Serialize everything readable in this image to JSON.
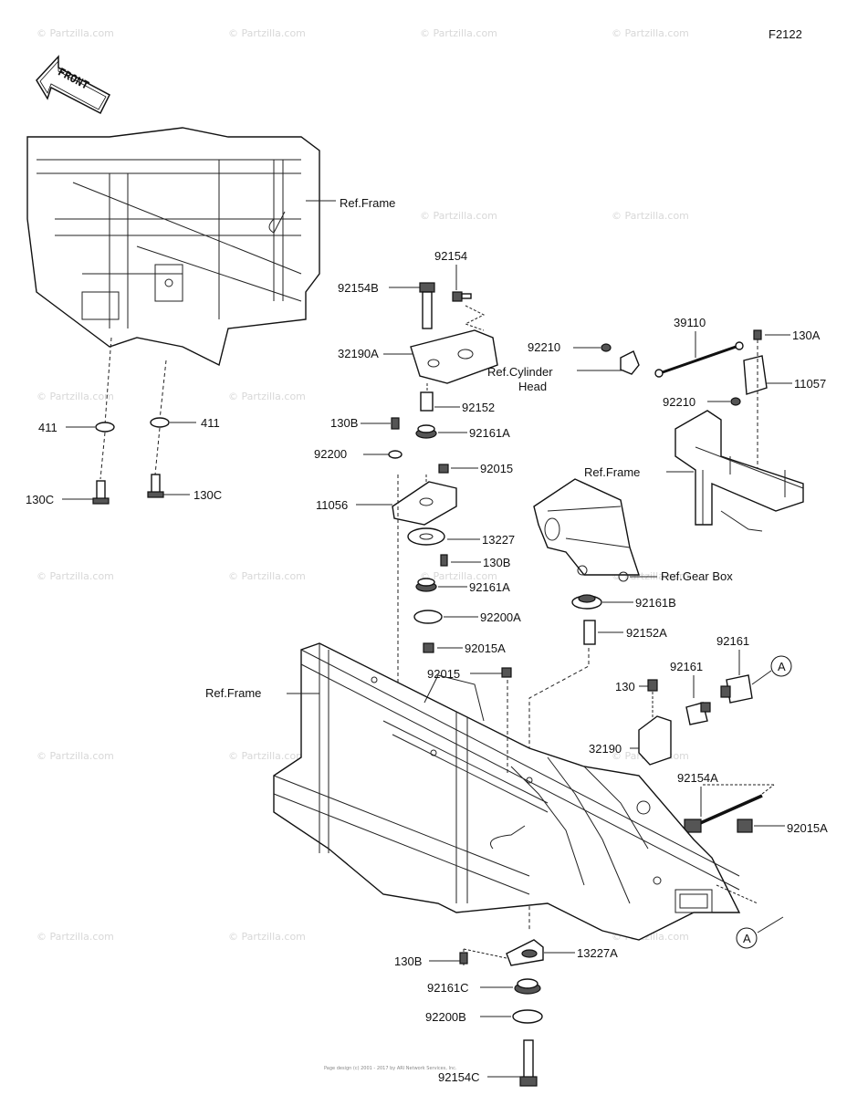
{
  "diagram_code": "F2122",
  "direction_label": "FRONT",
  "labels": {
    "ref_frame": "Ref.Frame",
    "ref_cylinder_head": "Ref.Cylinder Head",
    "ref_gear_box": "Ref.Gear Box",
    "p411": "411",
    "p130C": "130C",
    "p92154": "92154",
    "p92154B": "92154B",
    "p32190A": "32190A",
    "p92152": "92152",
    "p130B": "130B",
    "p92161A": "92161A",
    "p92200": "92200",
    "p92015": "92015",
    "p11056": "11056",
    "p13227": "13227",
    "p92200A": "92200A",
    "p92015A": "92015A",
    "p92210": "92210",
    "p39110": "39110",
    "p130A": "130A",
    "p11057": "11057",
    "p92161B": "92161B",
    "p92152A": "92152A",
    "p92161": "92161",
    "p130": "130",
    "p32190": "32190",
    "p92154A": "92154A",
    "p13227A": "13227A",
    "p92161C": "92161C",
    "p92200B": "92200B",
    "p92154C": "92154C",
    "callout_A": "A"
  },
  "watermark": "© Partzilla.com",
  "footer_fine_print": "Page design (c) 2001 - 2017 by ARI Network Services, Inc."
}
